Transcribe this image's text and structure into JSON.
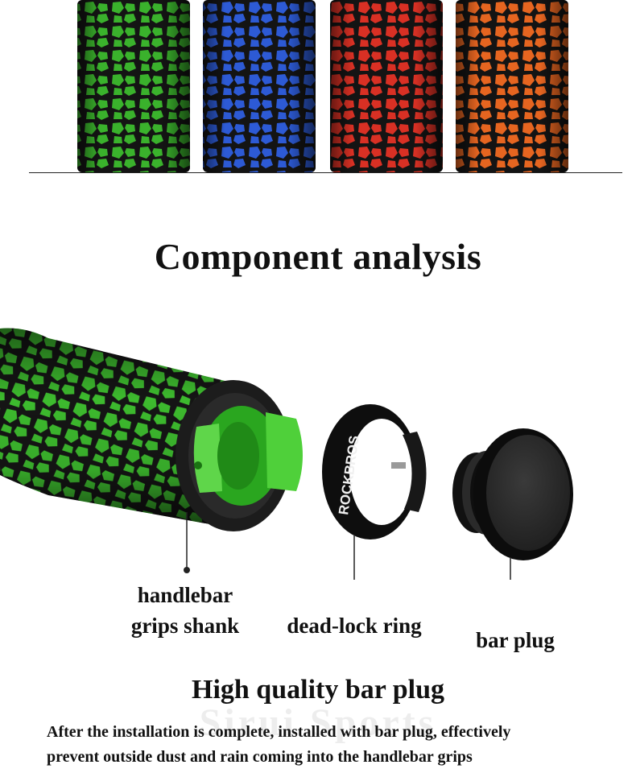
{
  "heading": "Component analysis",
  "labels": {
    "shank_line1": "handlebar",
    "shank_line2": "grips shank",
    "ring": "dead-lock ring",
    "plug": "bar plug"
  },
  "ring_brand": "ROCKBROS",
  "subheading": "High quality bar plug",
  "watermark": "Sirui Sports",
  "description_line1": "After the installation is complete, installed with bar plug, effectively",
  "description_line2": "prevent outside dust and rain coming into the handlebar grips",
  "colors": {
    "grip_green": "#3dbb2e",
    "grip_blue": "#2f5fe0",
    "grip_red": "#e43326",
    "grip_orange": "#f26a22",
    "rubber_black": "#151515"
  }
}
